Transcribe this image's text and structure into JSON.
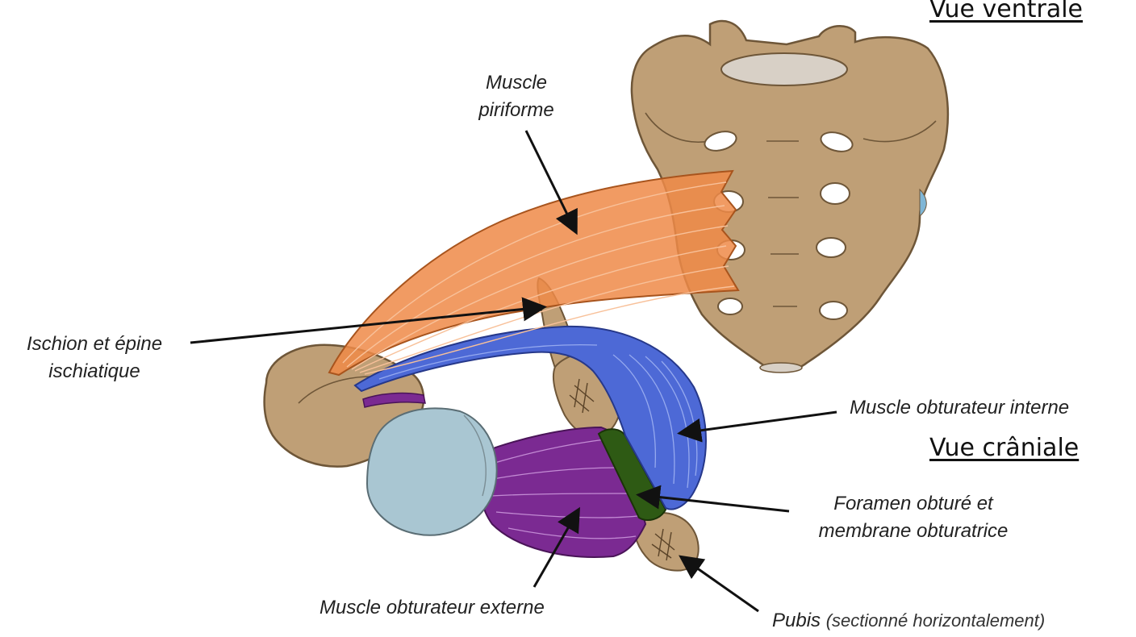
{
  "views": {
    "ventral": "Vue ventrale",
    "cranial": "Vue crâniale"
  },
  "labels": {
    "piriforme_line1": "Muscle",
    "piriforme_line2": "piriforme",
    "ischion_line1": "Ischion et épine",
    "ischion_line2": "ischiatique",
    "obturateur_interne": "Muscle obturateur interne",
    "foramen_line1": "Foramen obturé et",
    "foramen_line2": "membrane obturatrice",
    "obturateur_externe": "Muscle obturateur externe",
    "pubis_main": "Pubis",
    "pubis_note": "(sectionné horizontalement)"
  },
  "colors": {
    "bone": "#bf9f76",
    "piriformis": "#ee8a48",
    "obturator_internus": "#4d69d6",
    "obturator_externus": "#7b2a92",
    "membrane": "#2e5a14",
    "femoral_head": "#a9c6d2",
    "disc": "#d8d0c6"
  }
}
